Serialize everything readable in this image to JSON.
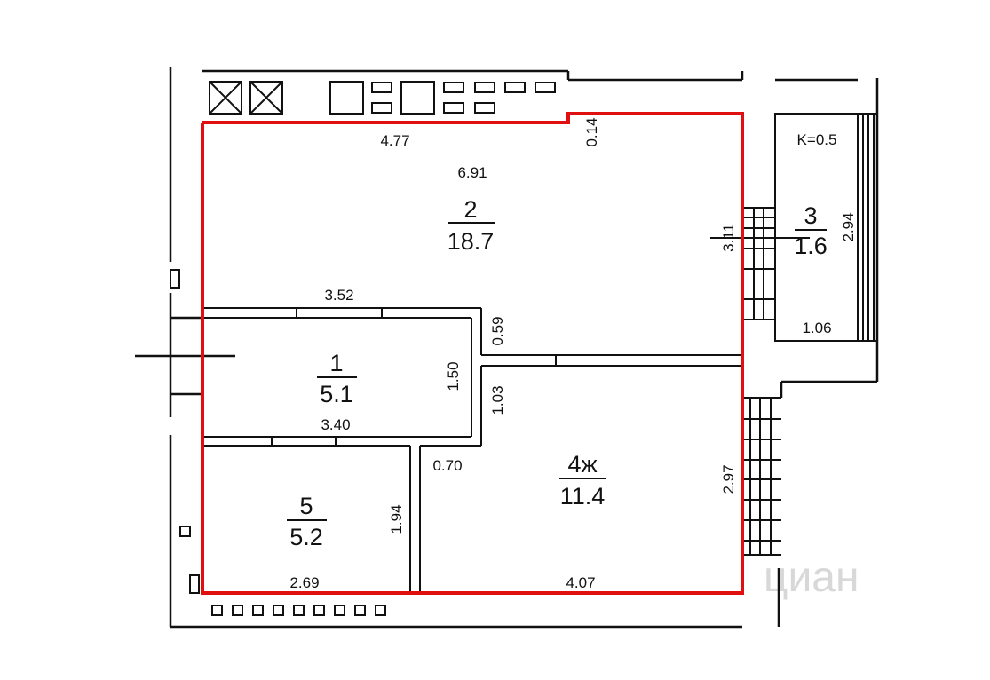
{
  "rooms": [
    {
      "id": "1",
      "number": "1",
      "area": "5.1"
    },
    {
      "id": "2",
      "number": "2",
      "area": "18.7"
    },
    {
      "id": "3",
      "number": "3",
      "area": "1.6"
    },
    {
      "id": "4",
      "number": "4ж",
      "area": "11.4"
    },
    {
      "id": "5",
      "number": "5",
      "area": "5.2"
    }
  ],
  "coefficient": "K=0.5",
  "dimensions": {
    "top_left": "4.77",
    "top_gap": "0.14",
    "room2_width": "6.91",
    "room2_height": "3.11",
    "room1_top": "3.52",
    "room1_bottom": "3.40",
    "room1_height": "1.50",
    "corridor_upper": "0.59",
    "corridor_lower": "1.03",
    "door_width": "0.70",
    "room4_height": "2.97",
    "room5_height": "1.94",
    "room5_width": "2.69",
    "room4_width": "4.07",
    "balcony_height": "2.94",
    "balcony_width": "1.06"
  },
  "watermark": "циан",
  "colors": {
    "outline": "#e01010",
    "lines": "#111111"
  }
}
